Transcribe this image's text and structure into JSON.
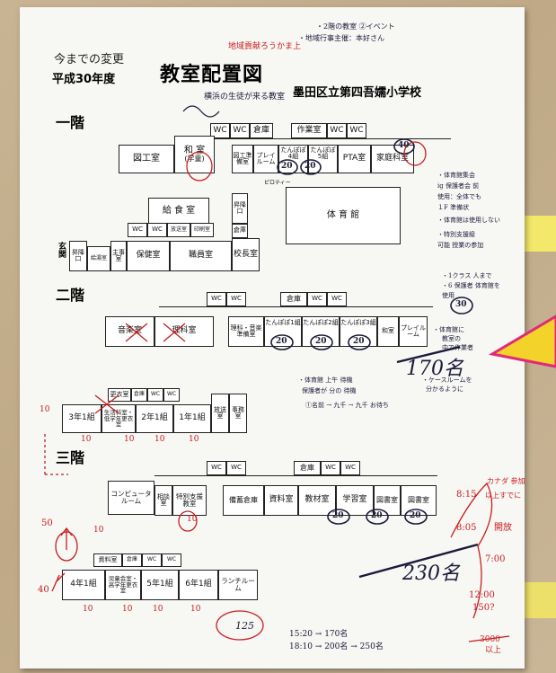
{
  "colors": {
    "paper": "#f7f7f4",
    "ink": "#111111",
    "red_pen": "#c81e1e",
    "blue_pen": "#1a1a3a",
    "arrow": "#f0c31e"
  },
  "header": {
    "handwritten_top": "今までの変更",
    "year": "平成30年度",
    "title": "教室配置図",
    "school": "墨田区立第四吾嬬小学校",
    "top_note_1": "・2階の教室 ②イベント",
    "top_note_2": "・地域行事主催：本好さん",
    "red_note": "地域貢献ろうかま上"
  },
  "floor1": {
    "label": "一階",
    "note": "横浜の生徒が来る教室",
    "rooms": [
      "WC",
      "WC",
      "倉庫",
      "作業室",
      "WC",
      "WC",
      "図工室",
      "和 室",
      "(学童)",
      "図工準備室",
      "プレイルーム",
      "たんぽぽ4組",
      "たんぽぽ5組",
      "PTA室",
      "家庭科室",
      "給 食 室",
      "ピロティー",
      "昇降口",
      "体 育 館",
      "WC",
      "WC",
      "放送室",
      "印刷室",
      "玄関",
      "昇降口",
      "給湯室",
      "主事室",
      "保健室",
      "職員室",
      "倉庫",
      "校長室"
    ],
    "circle_20a": "20",
    "circle_20b": "20",
    "circle_40": "40",
    "side_notes": [
      "・体育館集会",
      "ig 保護者会 前",
      "使用：全体でも",
      "１F 準備状",
      "・体育館は使用しない",
      "・特別支援級",
      "可能 授業の参加"
    ]
  },
  "floor2": {
    "label": "二階",
    "rooms": [
      "WC",
      "WC",
      "倉庫",
      "WC",
      "WC",
      "音楽室",
      "理科室",
      "理科・音楽準備室",
      "たんぽぽ1組",
      "たんぽぽ2組",
      "たんぽぽ3組",
      "和室",
      "プレイルーム",
      "更衣室",
      "倉庫",
      "WC",
      "WC",
      "3年1組",
      "生活科室・低学年更衣室",
      "2年1組",
      "1年1組",
      "放送室",
      "事務室"
    ],
    "circle_20a": "20",
    "circle_20b": "20",
    "circle_20c": "20",
    "circle_30": "30",
    "right_notes": [
      "・1クラス 人まで",
      "・6 保護者 体育館を",
      "使用",
      "・体育館に",
      "教室の",
      "中で作業者"
    ],
    "big_count": "170名",
    "notes": [
      "・体育館 上午 待機",
      "保護者が 分の 待機",
      "・ケースルームを",
      "分かるように",
      "①名前 → 九千 → 九千 お待ち"
    ],
    "red_marks": [
      "10",
      "10",
      "10",
      "10",
      "10"
    ]
  },
  "floor3": {
    "label": "三階",
    "rooms": [
      "WC",
      "WC",
      "倉庫",
      "WC",
      "WC",
      "コンピュータルーム",
      "相談室",
      "特別支援教室",
      "備蓄倉庫",
      "資料室",
      "教材室",
      "学習室",
      "図書室",
      "図書室",
      "資料室",
      "倉庫",
      "WC",
      "WC",
      "4年1組",
      "児童会室・高学年更衣室",
      "5年1組",
      "6年1組",
      "ランチルーム"
    ],
    "circle_20a": "20",
    "circle_20b": "20",
    "circle_20c": "20",
    "circle_125": "125",
    "red_left": [
      "50",
      "40",
      "10",
      "10"
    ],
    "big_count": "230名",
    "right_red": [
      "8:15",
      "カナダ 参加",
      "以上すでに",
      "8:05",
      "開放",
      "7:00",
      "12:00",
      "150?",
      "3000",
      "以上"
    ],
    "bottom_notes": [
      "15:20 → 170名",
      "18:10 → 200名 → 250名"
    ],
    "red_bottom": [
      "10",
      "10",
      "10",
      "10"
    ]
  }
}
